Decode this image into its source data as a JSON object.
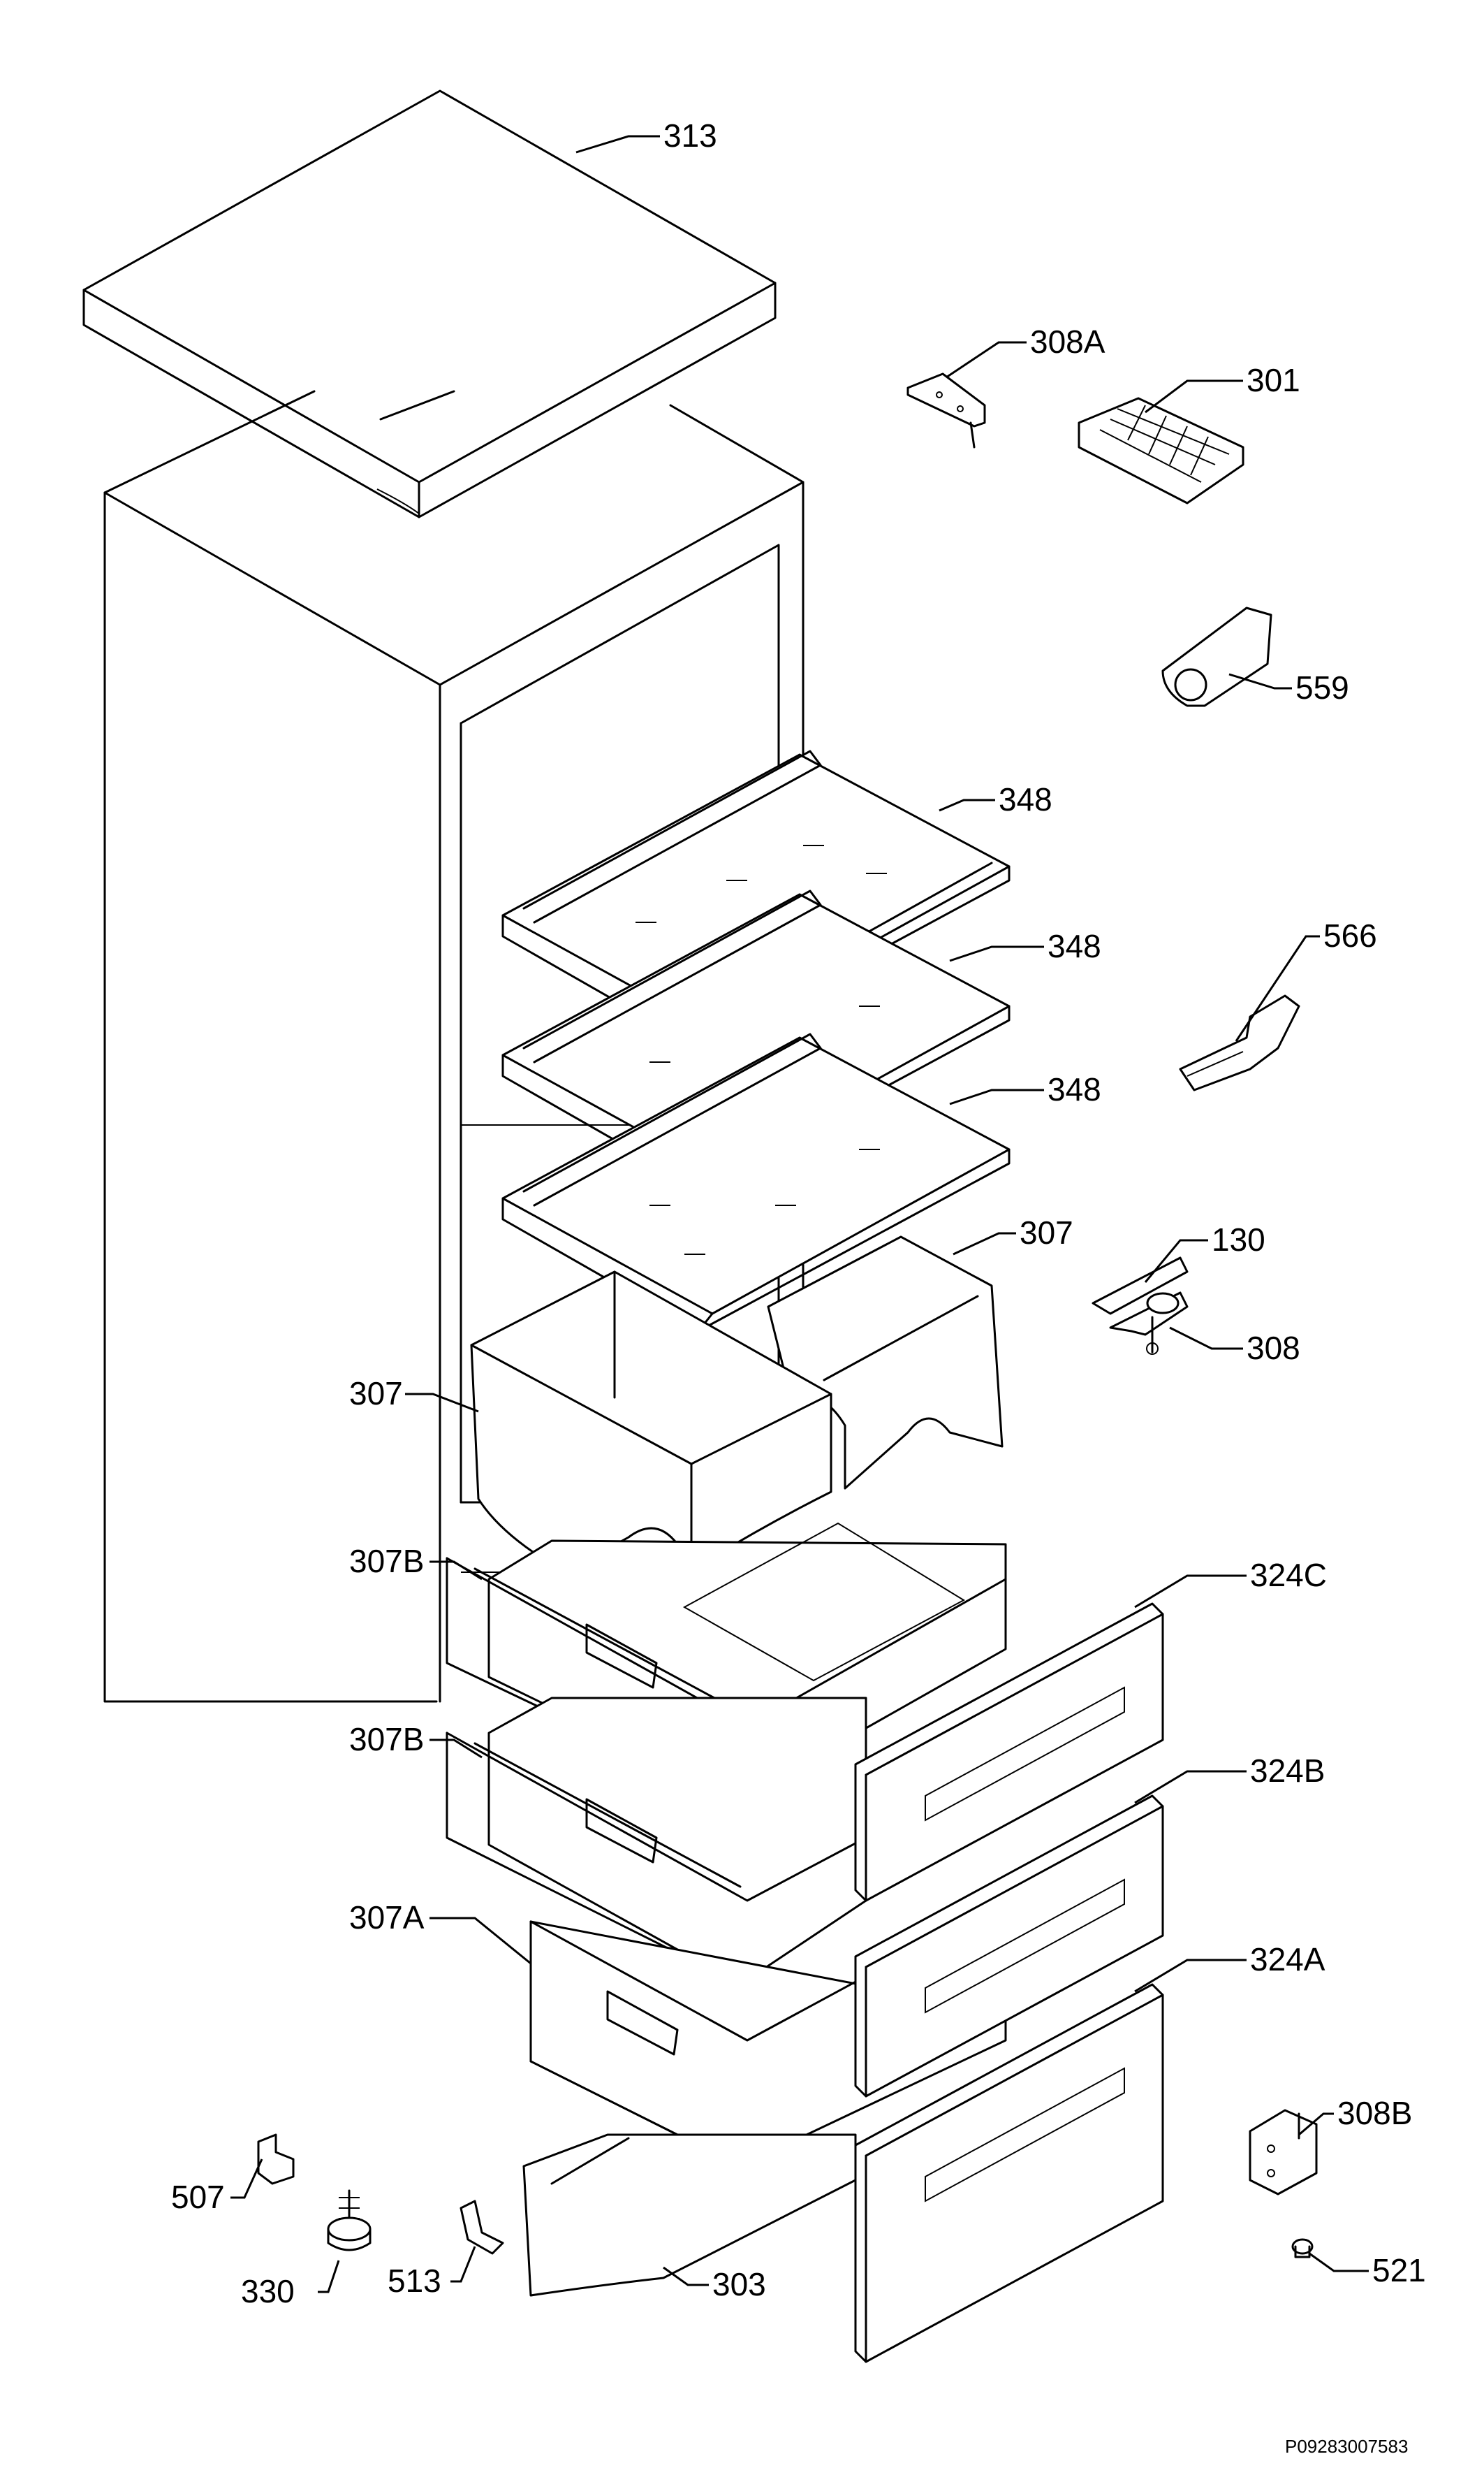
{
  "labels": {
    "l313": "313",
    "l308A": "308A",
    "l301": "301",
    "l559": "559",
    "l348a": "348",
    "l348b": "348",
    "l348c": "348",
    "l566": "566",
    "l130": "130",
    "l308": "308",
    "l307r": "307",
    "l307l": "307",
    "l307B1": "307B",
    "l307B2": "307B",
    "l307A": "307A",
    "l324C": "324C",
    "l324B": "324B",
    "l324A": "324A",
    "l308B": "308B",
    "l507": "507",
    "l521": "521",
    "l303": "303",
    "l513": "513",
    "l330": "330"
  },
  "drawing_ref": "P09283007583"
}
